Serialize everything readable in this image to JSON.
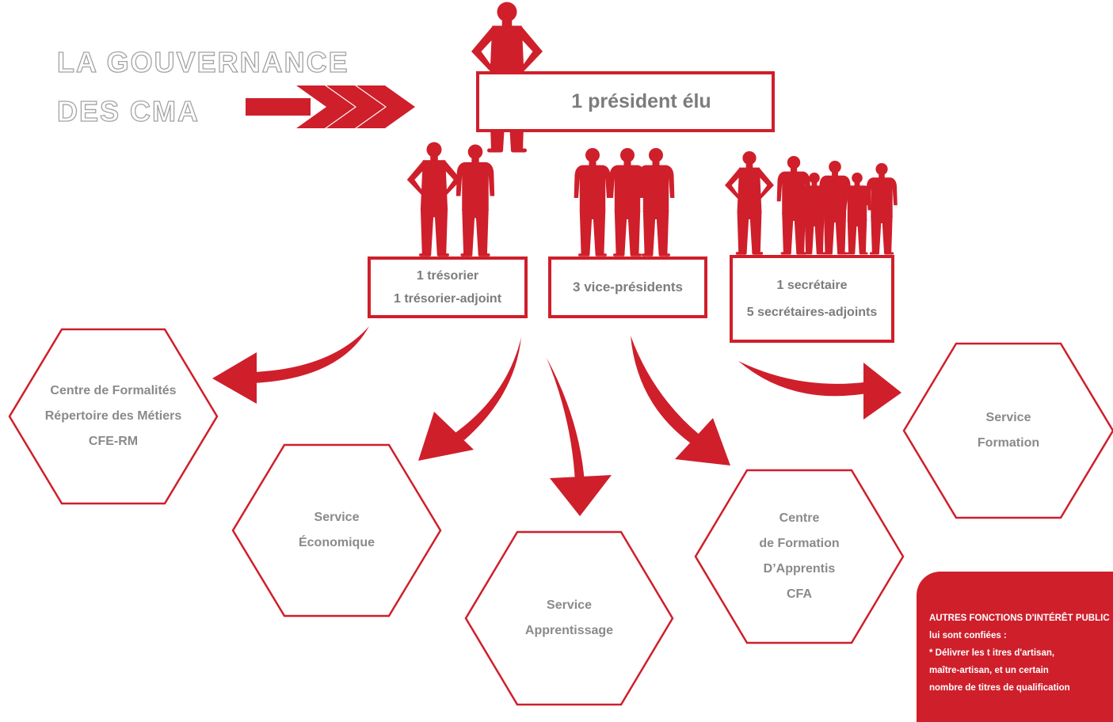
{
  "title": {
    "line1": "LA GOUVERNANCE",
    "line2": "DES CMA"
  },
  "president": {
    "label": "1 président élu"
  },
  "officers": [
    {
      "lines": [
        "1 trésorier",
        "1 trésorier-adjoint"
      ]
    },
    {
      "lines": [
        "3 vice-présidents"
      ]
    },
    {
      "lines": [
        "1 secrétaire",
        "5 secrétaires-adjoints"
      ]
    }
  ],
  "services": [
    {
      "lines": [
        "Centre de Formalités",
        "Répertoire des Métiers",
        "CFE-RM"
      ]
    },
    {
      "lines": [
        "Service",
        "Économique"
      ]
    },
    {
      "lines": [
        "Service",
        "Apprentissage"
      ]
    },
    {
      "lines": [
        "Centre",
        "de Formation",
        "D’Apprentis",
        "CFA"
      ]
    },
    {
      "lines": [
        "Service",
        "Formation"
      ]
    }
  ],
  "note": {
    "lines": [
      "AUTRES FONCTIONS D'INTÉRÊT PUBLIC",
      "lui sont confiées :",
      "*  Délivrer  les t itres  d'artisan,",
      "maître-artisan, et un certain",
      "nombre de titres de qualification"
    ]
  },
  "colors": {
    "accent": "#cf1f2b",
    "text_gray": "#8a8a8a",
    "outline_gray": "#a3a3a3",
    "background": "#ffffff"
  }
}
